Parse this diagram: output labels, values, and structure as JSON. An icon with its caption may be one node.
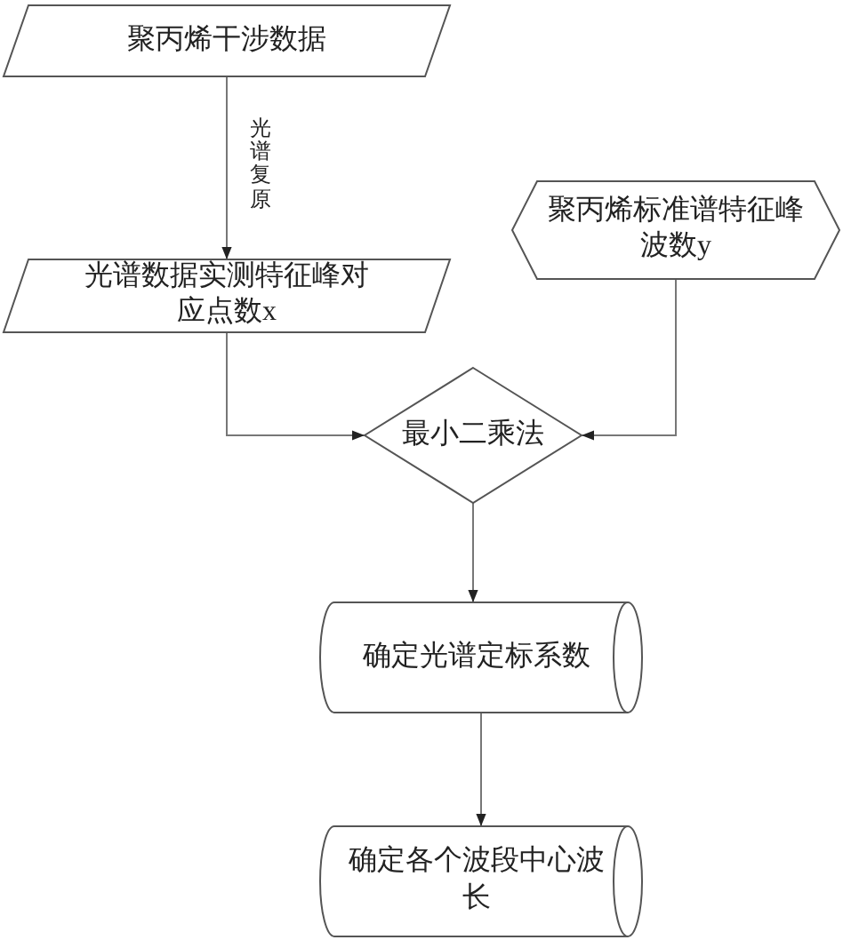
{
  "diagram": {
    "nodes": [
      {
        "text": [
          "聚丙烯干涉数据"
        ]
      },
      {
        "text": [
          "光谱数据实测特征峰对应点数x"
        ]
      },
      {
        "text": [
          "聚丙烯标准谱特征峰波数y"
        ]
      },
      {
        "text": [
          "最小二乘法"
        ]
      },
      {
        "text": [
          "确定光谱定标系数"
        ]
      },
      {
        "text": [
          "确定各个波段中心波长"
        ]
      }
    ],
    "edges": [
      {
        "from": 0,
        "to": 1,
        "arrow": "to",
        "label": "光谱复原"
      },
      {
        "from": 1,
        "to": 3,
        "arrow": "to"
      },
      {
        "from": 2,
        "to": 3,
        "arrow": "to"
      },
      {
        "from": 3,
        "to": 4,
        "arrow": "to"
      },
      {
        "from": 4,
        "to": 5,
        "arrow": "to"
      }
    ]
  }
}
